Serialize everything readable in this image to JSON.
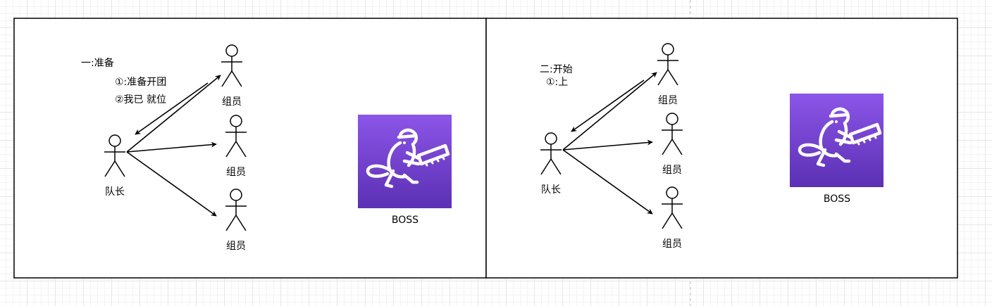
{
  "colors": {
    "boss_gradient_top": "#8c55e8",
    "boss_gradient_bottom": "#5b30b3",
    "frame": "#000000"
  },
  "panels": [
    {
      "step_title": "一:准备",
      "step_items": [
        "①:准备开团",
        "②我已 就位"
      ],
      "leader_label": "队长",
      "member_labels": [
        "组员",
        "组员",
        "组员"
      ],
      "boss_label": "BOSS",
      "boss_icon": "beaver-with-saw-icon"
    },
    {
      "step_title": "二:开始",
      "step_items": [
        "①:上"
      ],
      "leader_label": "队长",
      "member_labels": [
        "组员",
        "组员",
        "组员"
      ],
      "boss_label": "BOSS",
      "boss_icon": "beaver-with-saw-icon"
    }
  ]
}
